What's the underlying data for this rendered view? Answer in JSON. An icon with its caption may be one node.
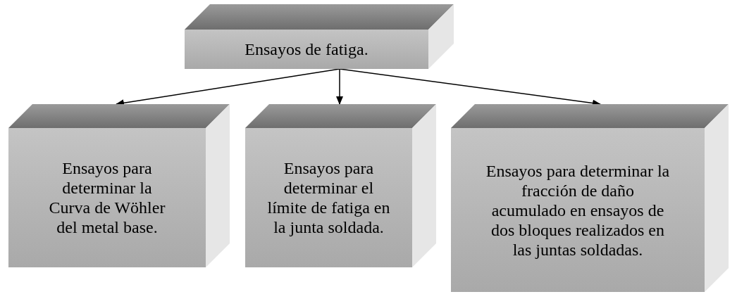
{
  "diagram": {
    "nodes": [
      {
        "text": [
          "Ensayos de fatiga."
        ]
      },
      {
        "text": [
          "Ensayos para determinar la Curva de Wöhler del metal base."
        ]
      },
      {
        "text": [
          "Ensayos para determinar el límite de fatiga en la junta soldada."
        ]
      },
      {
        "text": [
          "Ensayos para determinar la fracción de daño acumulado en ensayos de dos bloques realizados en las juntas soldadas."
        ]
      }
    ],
    "edges": [
      {
        "from": 0,
        "to": 1,
        "arrow": "to"
      },
      {
        "from": 0,
        "to": 2,
        "arrow": "to"
      },
      {
        "from": 0,
        "to": 3,
        "arrow": "to"
      }
    ]
  }
}
